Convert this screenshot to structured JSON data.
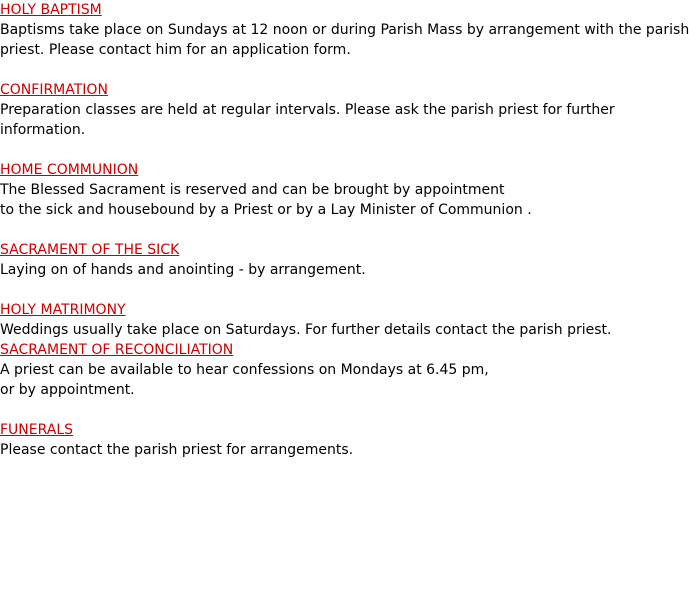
{
  "colors": {
    "heading": "#cc0000",
    "text": "#000000",
    "background": "#ffffff"
  },
  "sections": [
    {
      "heading": "HOLY BAPTISM",
      "lines": [
        "Baptisms take place on Sundays at 12 noon or during Parish Mass by arrangement with the parish",
        "priest. Please contact him for an application form."
      ]
    },
    {
      "heading": "CONFIRMATION",
      "lines": [
        "Preparation classes are held at regular intervals. Please ask the parish priest for further",
        "information."
      ]
    },
    {
      "heading": "HOME COMMUNION",
      "lines": [
        "The Blessed Sacrament is reserved and can be brought by appointment",
        "to the sick and housebound by a Priest or by a Lay Minister of Communion ."
      ]
    },
    {
      "heading": "SACRAMENT OF THE SICK",
      "lines": [
        "Laying on of hands and anointing - by arrangement."
      ]
    },
    {
      "heading": "HOLY MATRIMONY",
      "lines": [
        "Weddings usually take place on Saturdays. For further details contact the parish priest."
      ]
    },
    {
      "heading": "SACRAMENT OF RECONCILIATION",
      "lines": [
        "A priest can be available to hear confessions on Mondays at 6.45 pm,",
        "or by appointment."
      ]
    },
    {
      "heading": "FUNERALS",
      "lines": [
        "Please contact the parish priest for arrangements."
      ]
    }
  ]
}
